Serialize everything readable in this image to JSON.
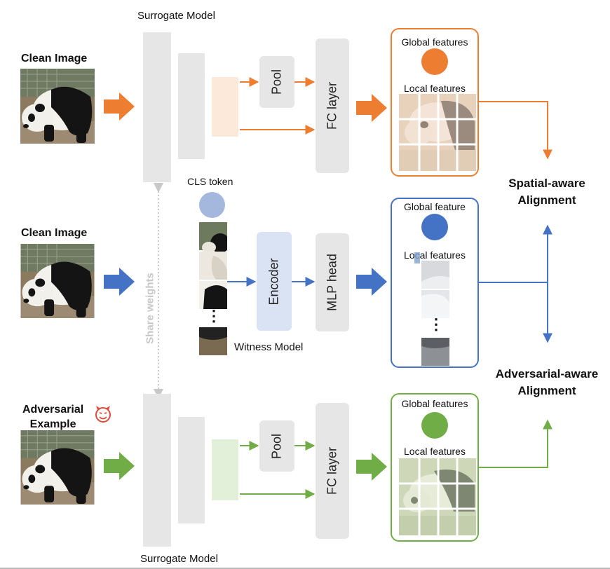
{
  "labels": {
    "surrogate_top": "Surrogate Model",
    "surrogate_bottom": "Surrogate Model",
    "clean_image_top": "Clean Image",
    "clean_image_mid": "Clean Image",
    "adversarial_line1": "Adversarial",
    "adversarial_line2": "Example",
    "pool_top": "Pool",
    "pool_bottom": "Pool",
    "fc_top": "FC layer",
    "fc_bottom": "FC layer",
    "cls_token": "CLS token",
    "encoder": "Encoder",
    "mlp_head": "MLP head",
    "witness_model": "Witness Model",
    "share_weights": "Share weights",
    "global_features_top": "Global features",
    "local_features_top": "Local features",
    "global_feature_mid": "Global feature",
    "local_features_mid": "Local features",
    "global_features_bottom": "Global features",
    "local_features_bottom": "Local features",
    "spatial_line1": "Spatial-aware",
    "spatial_line2": "Alignment",
    "adversarial_align_line1": "Adversarial-aware",
    "adversarial_align_line2": "Alignment",
    "dots_mid": "⋮",
    "dots_panel": "⋮"
  },
  "icons": {
    "devil": "devil-face-icon",
    "panda": "panda-image"
  },
  "colors": {
    "orange": "#ED7D31",
    "blue": "#4472C4",
    "green": "#70AD47",
    "gray_block": "#e6e6e6",
    "orange_light": "#fde9d9",
    "green_light": "#e2f0d9",
    "encoder_bg": "#dae3f3",
    "cls_token": "#a3b8dc"
  }
}
